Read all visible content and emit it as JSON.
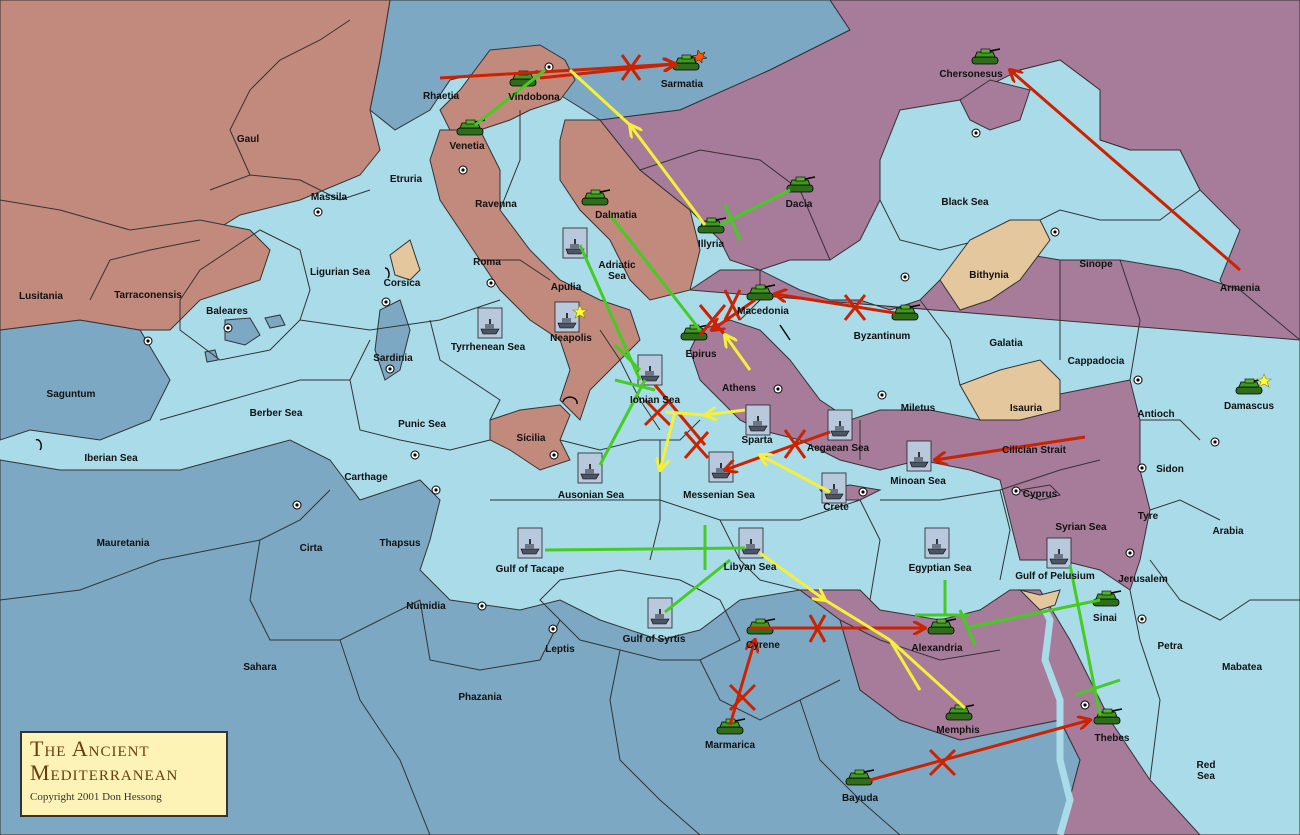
{
  "title": {
    "line1": "The Ancient",
    "line2": "Mediterranean",
    "copyright": "Copyright  2001  Don Hessong"
  },
  "colors": {
    "sea": "#a9dbe9",
    "deep_sea": "#7da8c3",
    "pink": "#c28a7c",
    "purple": "#a77b9a",
    "tan": "#e4c79d",
    "border": "#333333",
    "move_red": "#cc2200",
    "move_yellow": "#f5f03a",
    "move_green": "#44cc22"
  },
  "provinces": [
    {
      "id": "gaul",
      "label": "Gaul"
    },
    {
      "id": "rhaetia",
      "label": "Rhaetia"
    },
    {
      "id": "vindobona",
      "label": "Vindobona"
    },
    {
      "id": "sarmatia",
      "label": "Sarmatia"
    },
    {
      "id": "chersonesus",
      "label": "Chersonesus"
    },
    {
      "id": "venetia",
      "label": "Venetia"
    },
    {
      "id": "etruria",
      "label": "Etruria"
    },
    {
      "id": "massila",
      "label": "Massila"
    },
    {
      "id": "ravenna",
      "label": "Ravenna"
    },
    {
      "id": "dalmatia",
      "label": "Dalmatia"
    },
    {
      "id": "dacia",
      "label": "Dacia"
    },
    {
      "id": "black-sea",
      "label": "Black Sea"
    },
    {
      "id": "illyria",
      "label": "Illyria"
    },
    {
      "id": "adriatic-sea",
      "label": "Adriatic\nSea"
    },
    {
      "id": "roma",
      "label": "Roma"
    },
    {
      "id": "bithynia",
      "label": "Bithynia"
    },
    {
      "id": "sinope",
      "label": "Sinope"
    },
    {
      "id": "armenia",
      "label": "Armenia"
    },
    {
      "id": "lusitania",
      "label": "Lusitania"
    },
    {
      "id": "tarraconensis",
      "label": "Tarraconensis"
    },
    {
      "id": "ligurian-sea",
      "label": "Ligurian Sea"
    },
    {
      "id": "corsica",
      "label": "Corsica"
    },
    {
      "id": "apulia",
      "label": "Apulia"
    },
    {
      "id": "macedonia",
      "label": "Macedonia"
    },
    {
      "id": "baleares",
      "label": "Baleares"
    },
    {
      "id": "neapolis",
      "label": "Neapolis"
    },
    {
      "id": "byzantinum",
      "label": "Byzantinum"
    },
    {
      "id": "galatia",
      "label": "Galatia"
    },
    {
      "id": "sardinia",
      "label": "Sardinia"
    },
    {
      "id": "tyrrhenean-sea",
      "label": "Tyrrhenean Sea"
    },
    {
      "id": "epirus",
      "label": "Epirus"
    },
    {
      "id": "cappadocia",
      "label": "Cappadocia"
    },
    {
      "id": "athens",
      "label": "Athens"
    },
    {
      "id": "saguntum",
      "label": "Saguntum"
    },
    {
      "id": "ionian-sea",
      "label": "Ionian Sea"
    },
    {
      "id": "miletus",
      "label": "Miletus"
    },
    {
      "id": "isauria",
      "label": "Isauria"
    },
    {
      "id": "damascus",
      "label": "Damascus"
    },
    {
      "id": "berber-sea",
      "label": "Berber Sea"
    },
    {
      "id": "antioch",
      "label": "Antioch"
    },
    {
      "id": "punic-sea",
      "label": "Punic Sea"
    },
    {
      "id": "sicilia",
      "label": "Sicilia"
    },
    {
      "id": "sparta",
      "label": "Sparta"
    },
    {
      "id": "aegaean-sea",
      "label": "Aegaean Sea"
    },
    {
      "id": "cilician-strait",
      "label": "Cilician Strait"
    },
    {
      "id": "iberian-sea",
      "label": "Iberian Sea"
    },
    {
      "id": "sidon",
      "label": "Sidon"
    },
    {
      "id": "carthage",
      "label": "Carthage"
    },
    {
      "id": "minoan-sea",
      "label": "Minoan Sea"
    },
    {
      "id": "ausonian-sea",
      "label": "Ausonian Sea"
    },
    {
      "id": "messenian-sea",
      "label": "Messenian Sea"
    },
    {
      "id": "cyprus",
      "label": "Cyprus"
    },
    {
      "id": "crete",
      "label": "Crete"
    },
    {
      "id": "tyre",
      "label": "Tyre"
    },
    {
      "id": "syrian-sea",
      "label": "Syrian Sea"
    },
    {
      "id": "arabia",
      "label": "Arabia"
    },
    {
      "id": "mauretania",
      "label": "Mauretania"
    },
    {
      "id": "cirta",
      "label": "Cirta"
    },
    {
      "id": "thapsus",
      "label": "Thapsus"
    },
    {
      "id": "gulf-of-tacape",
      "label": "Gulf of Tacape"
    },
    {
      "id": "libyan-sea",
      "label": "Libyan Sea"
    },
    {
      "id": "egyptian-sea",
      "label": "Egyptian Sea"
    },
    {
      "id": "gulf-of-pelusium",
      "label": "Gulf of Pelusium"
    },
    {
      "id": "jerusalem",
      "label": "Jerusalem"
    },
    {
      "id": "numidia",
      "label": "Numidia"
    },
    {
      "id": "sinai",
      "label": "Sinai"
    },
    {
      "id": "gulf-of-syrtis",
      "label": "Gulf of Syrtis"
    },
    {
      "id": "cyrene",
      "label": "Cyrene"
    },
    {
      "id": "leptis",
      "label": "Leptis"
    },
    {
      "id": "alexandria",
      "label": "Alexandria"
    },
    {
      "id": "petra",
      "label": "Petra"
    },
    {
      "id": "sahara",
      "label": "Sahara"
    },
    {
      "id": "mabatea",
      "label": "Mabatea"
    },
    {
      "id": "phazania",
      "label": "Phazania"
    },
    {
      "id": "memphis",
      "label": "Memphis"
    },
    {
      "id": "thebes",
      "label": "Thebes"
    },
    {
      "id": "marmarica",
      "label": "Marmarica"
    },
    {
      "id": "red-sea",
      "label": "Red\nSea"
    },
    {
      "id": "bayuda",
      "label": "Bayuda"
    }
  ]
}
